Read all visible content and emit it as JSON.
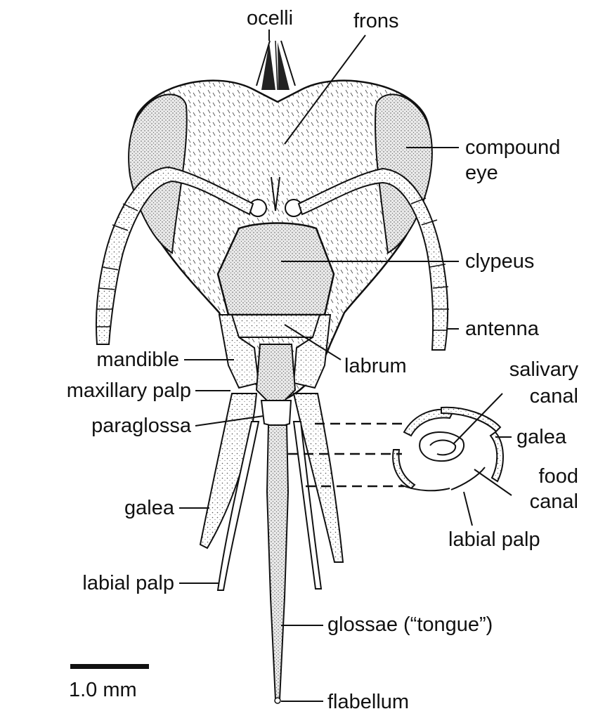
{
  "labels": {
    "ocelli": "ocelli",
    "frons": "frons",
    "compound_eye_line1": "compound",
    "compound_eye_line2": "eye",
    "clypeus": "clypeus",
    "antenna": "antenna",
    "labrum": "labrum",
    "mandible": "mandible",
    "maxillary_palp": "maxillary palp",
    "paraglossa": "paraglossa",
    "galea_left": "galea",
    "labial_palp_left": "labial palp",
    "salivary_canal_line1": "salivary",
    "salivary_canal_line2": "canal",
    "galea_right": "galea",
    "food_canal_line1": "food",
    "food_canal_line2": "canal",
    "labial_palp_right": "labial palp",
    "glossae": "glossae (“tongue”)",
    "flabellum": "flabellum"
  },
  "scale_bar": {
    "label": "1.0 mm"
  },
  "colors": {
    "ink": "#111111",
    "stipple": "#d9d9d9",
    "background": "#ffffff"
  }
}
